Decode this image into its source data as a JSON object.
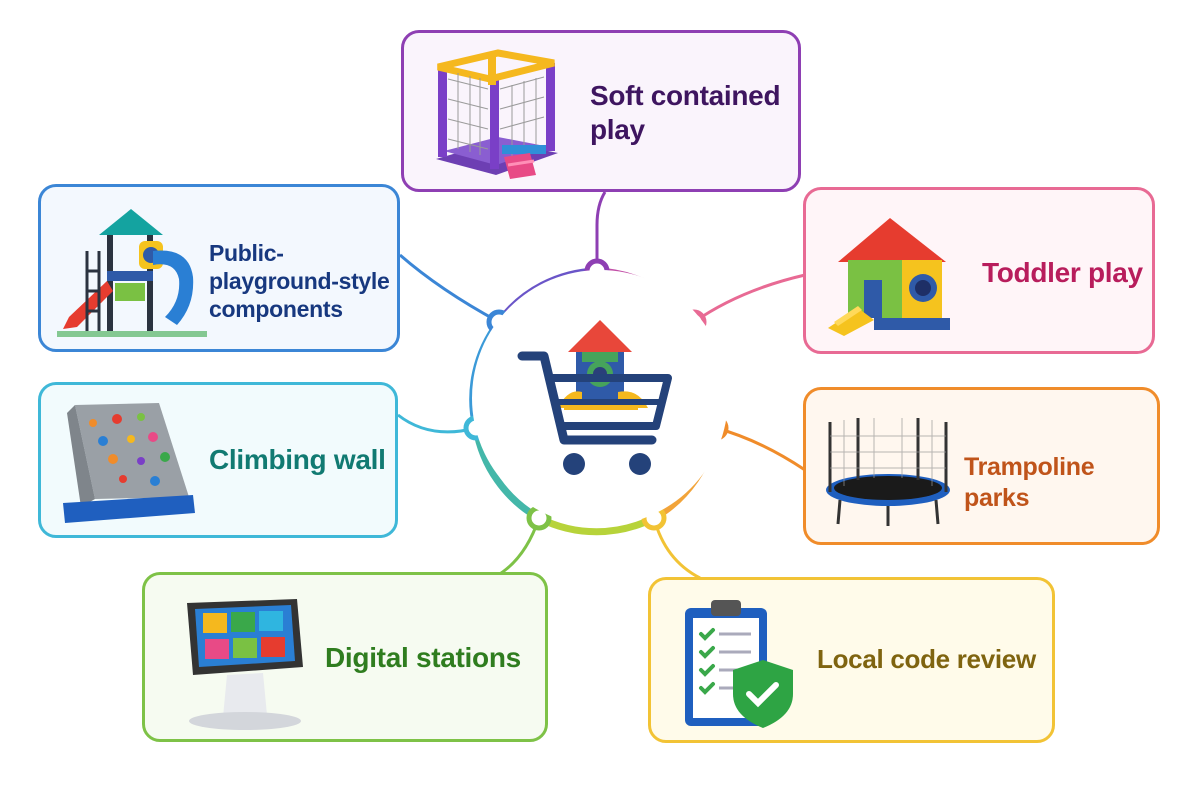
{
  "hub": {
    "icon": "shopping-cart-with-playground-icon"
  },
  "nodes": {
    "soft_play": {
      "label": "Soft contained play",
      "color": "#8e3fb3",
      "bg": "#faf4fc",
      "icon": "soft-play-structure-icon"
    },
    "toddler_play": {
      "label": "Toddler play",
      "color": "#e86a94",
      "bg": "#fff5f8",
      "text_color": "#b81d5c",
      "icon": "toddler-playhouse-icon"
    },
    "trampoline": {
      "label": "Trampoline parks",
      "color": "#f08c2a",
      "bg": "#fff7ef",
      "text_color": "#c0541a",
      "icon": "trampoline-icon"
    },
    "code_review": {
      "label": "Local code review",
      "color": "#f2c335",
      "bg": "#fffbea",
      "text_color": "#7f6410",
      "icon": "clipboard-checklist-icon"
    },
    "digital": {
      "label": "Digital stations",
      "color": "#7ec247",
      "bg": "#f6fbf1",
      "text_color": "#2f7d1f",
      "icon": "touchscreen-kiosk-icon"
    },
    "climbing": {
      "label": "Climbing wall",
      "color": "#3fb8d8",
      "bg": "#f2fbfd",
      "text_color": "#117a72",
      "icon": "climbing-wall-icon"
    },
    "playground": {
      "label": "Public-playground-style components",
      "color": "#3b86d6",
      "bg": "#f3f8fe",
      "text_color": "#17387f",
      "icon": "playground-structure-icon"
    }
  }
}
